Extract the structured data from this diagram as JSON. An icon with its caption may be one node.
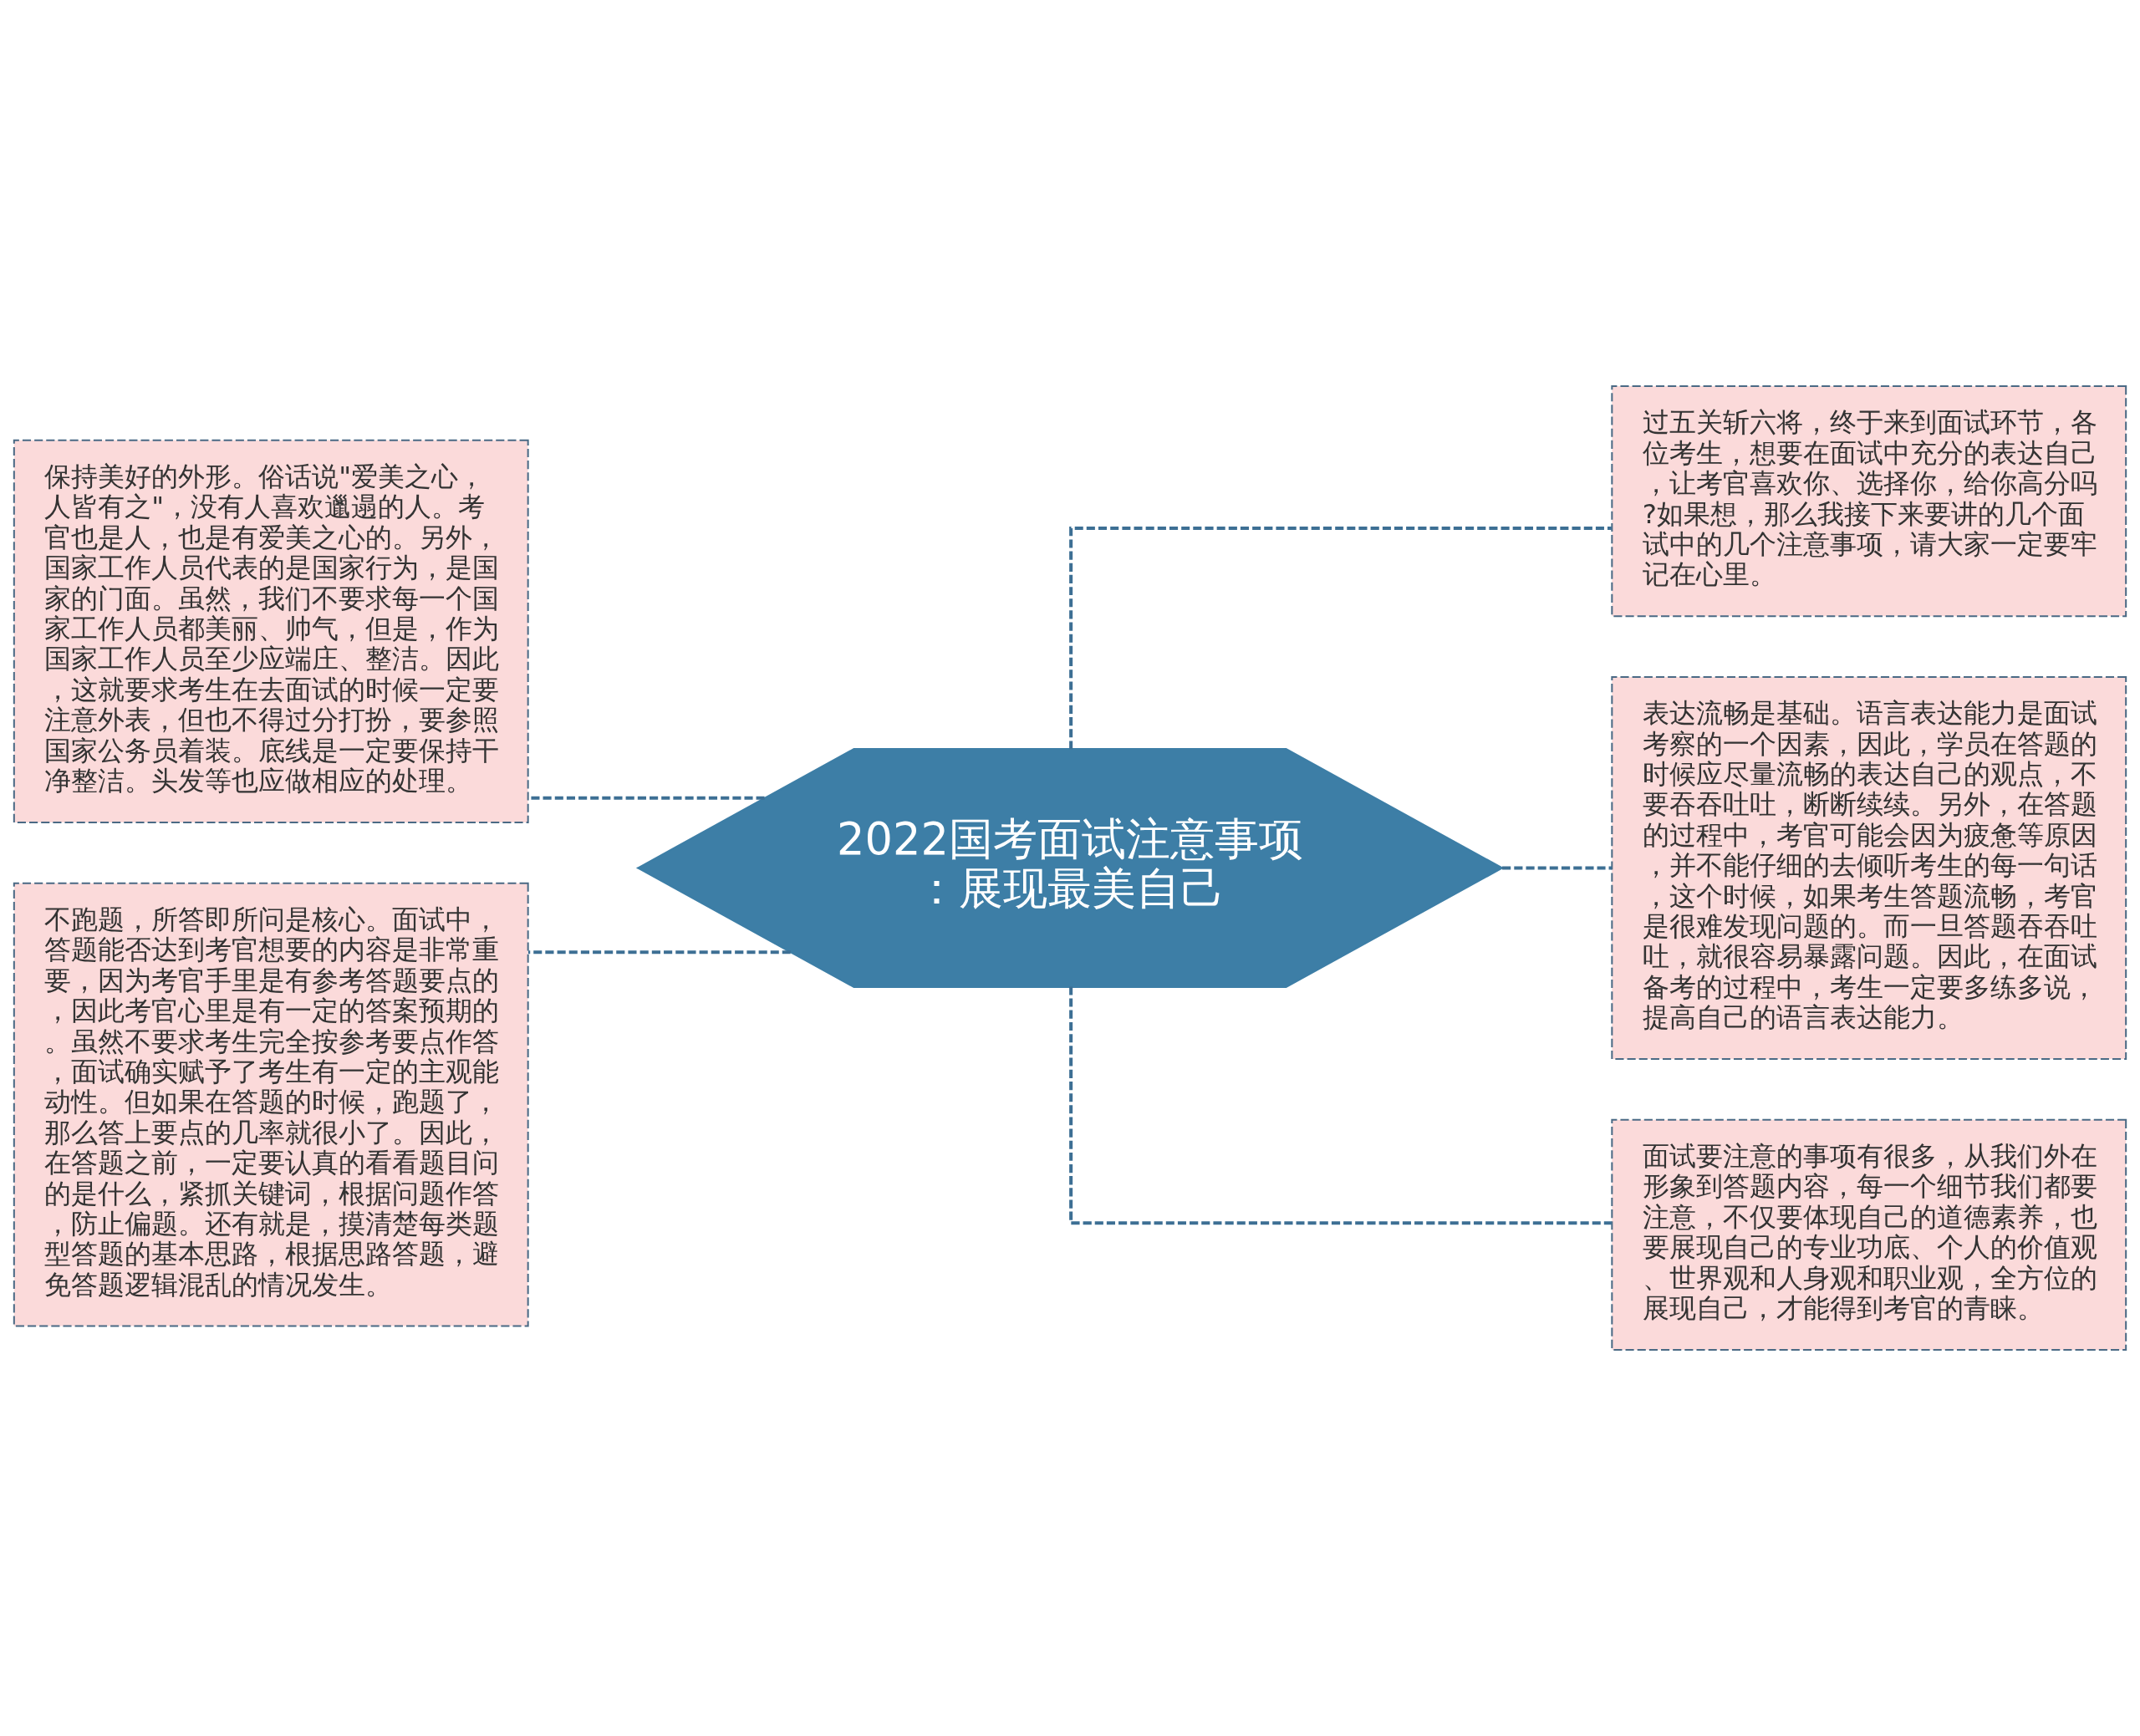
{
  "diagram": {
    "nodes": [
      {
        "text": [
          "2022国考面试注意事项：展现最美自己"
        ]
      },
      {
        "text": [
          "保持美好的外形。俗话说\"爱美之心，人皆有之\"，没有人喜欢邋遢的人。考官也是人，也是有爱美之心的。另外，国家工作人员代表的是国家行为，是国家的门面。虽然，我们不要求每一个国家工作人员都美丽、帅气，但是，作为国家工作人员至少应端庄、整洁。因此，这就要求考生在去面试的时候一定要注意外表，但也不得过分打扮，要参照国家公务员着装。底线是一定要保持干净整洁。头发等也应做相应的处理。"
        ]
      },
      {
        "text": [
          "不跑题，所答即所问是核心。面试中，答题能否达到考官想要的内容是非常重要，因为考官手里是有参考答题要点的，因此考官心里是有一定的答案预期的。虽然不要求考生完全按参考要点作答，面试确实赋予了考生有一定的主观能动性。但如果在答题的时候，跑题了，那么答上要点的几率就很小了。因此，在答题之前，一定要认真的看看题目问的是什么，紧抓关键词，根据问题作答，防止偏题。还有就是，摸清楚每类题型答题的基本思路，根据思路答题，避免答题逻辑混乱的情况发生。"
        ]
      },
      {
        "text": [
          "过五关斩六将，终于来到面试环节，各位考生，想要在面试中充分的表达自己，让考官喜欢你、选择你，给你高分吗?如果想，那么我接下来要讲的几个面试中的几个注意事项，请大家一定要牢记在心里。"
        ]
      },
      {
        "text": [
          "表达流畅是基础。语言表达能力是面试考察的一个因素，因此，学员在答题的时候应尽量流畅的表达自己的观点，不要吞吞吐吐，断断续续。另外，在答题的过程中，考官可能会因为疲惫等原因，并不能仔细的去倾听考生的每一句话，这个时候，如果考生答题流畅，考官是很难发现问题的。而一旦答题吞吞吐吐，就很容易暴露问题。因此，在面试备考的过程中，考生一定要多练多说，提高自己的语言表达能力。"
        ]
      },
      {
        "text": [
          "面试要注意的事项有很多，从我们外在形象到答题内容，每一个细节我们都要注意，不仅要体现自己的道德素养，也要展现自己的专业功底、个人的价值观、世界观和人身观和职业观，全方位的展现自己，才能得到考官的青睐。"
        ]
      }
    ],
    "edges": [
      {
        "from": 0,
        "to": 1,
        "arrow": "none",
        "style": "dashed"
      },
      {
        "from": 0,
        "to": 2,
        "arrow": "none",
        "style": "dashed"
      },
      {
        "from": 0,
        "to": 3,
        "arrow": "none",
        "style": "dashed"
      },
      {
        "from": 0,
        "to": 4,
        "arrow": "none",
        "style": "dashed"
      },
      {
        "from": 0,
        "to": 5,
        "arrow": "none",
        "style": "dashed"
      }
    ]
  }
}
